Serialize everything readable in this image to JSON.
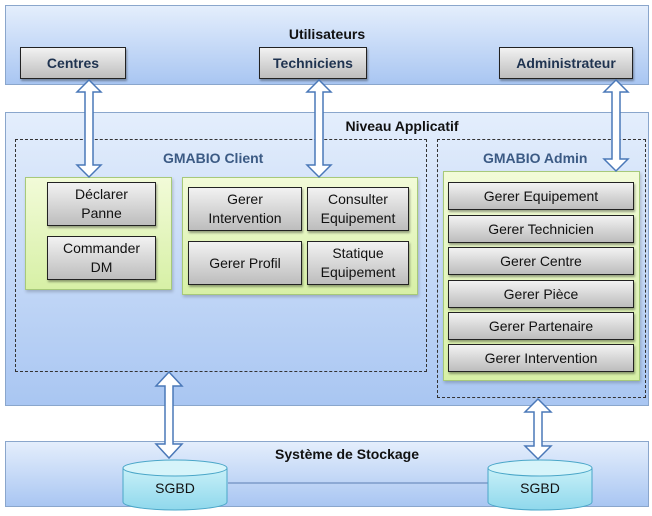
{
  "users_layer": {
    "title": "Utilisateurs",
    "actors": [
      "Centres",
      "Techniciens",
      "Administrateur"
    ]
  },
  "app_layer": {
    "title": "Niveau Applicatif",
    "client": {
      "title": "GMABIO Client",
      "group1": [
        "Déclarer Panne",
        "Commander DM"
      ],
      "group2": [
        "Gerer Intervention",
        "Consulter Equipement",
        "Gerer Profil",
        "Statique Equipement"
      ]
    },
    "admin": {
      "title": "GMABIO Admin",
      "items": [
        "Gerer Equipement",
        "Gerer Technicien",
        "Gerer Centre",
        "Gerer Pièce",
        "Gerer Partenaire",
        "Gerer Intervention"
      ]
    }
  },
  "storage_layer": {
    "title": "Système de Stockage",
    "databases": [
      "SGBD",
      "SGBD"
    ]
  }
}
